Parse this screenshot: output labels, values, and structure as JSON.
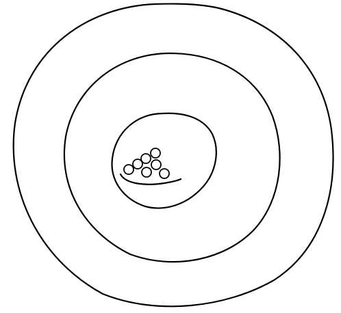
{
  "diagram": {
    "style": "black line drawing on white background",
    "colors": {
      "background": "#ffffff",
      "ink": "#000000"
    },
    "rings": [
      {
        "name": "outer-ring"
      },
      {
        "name": "middle-ring"
      },
      {
        "name": "inner-ring"
      }
    ],
    "center_object": {
      "name": "bowl-of-balls",
      "ball_count": 7
    }
  }
}
